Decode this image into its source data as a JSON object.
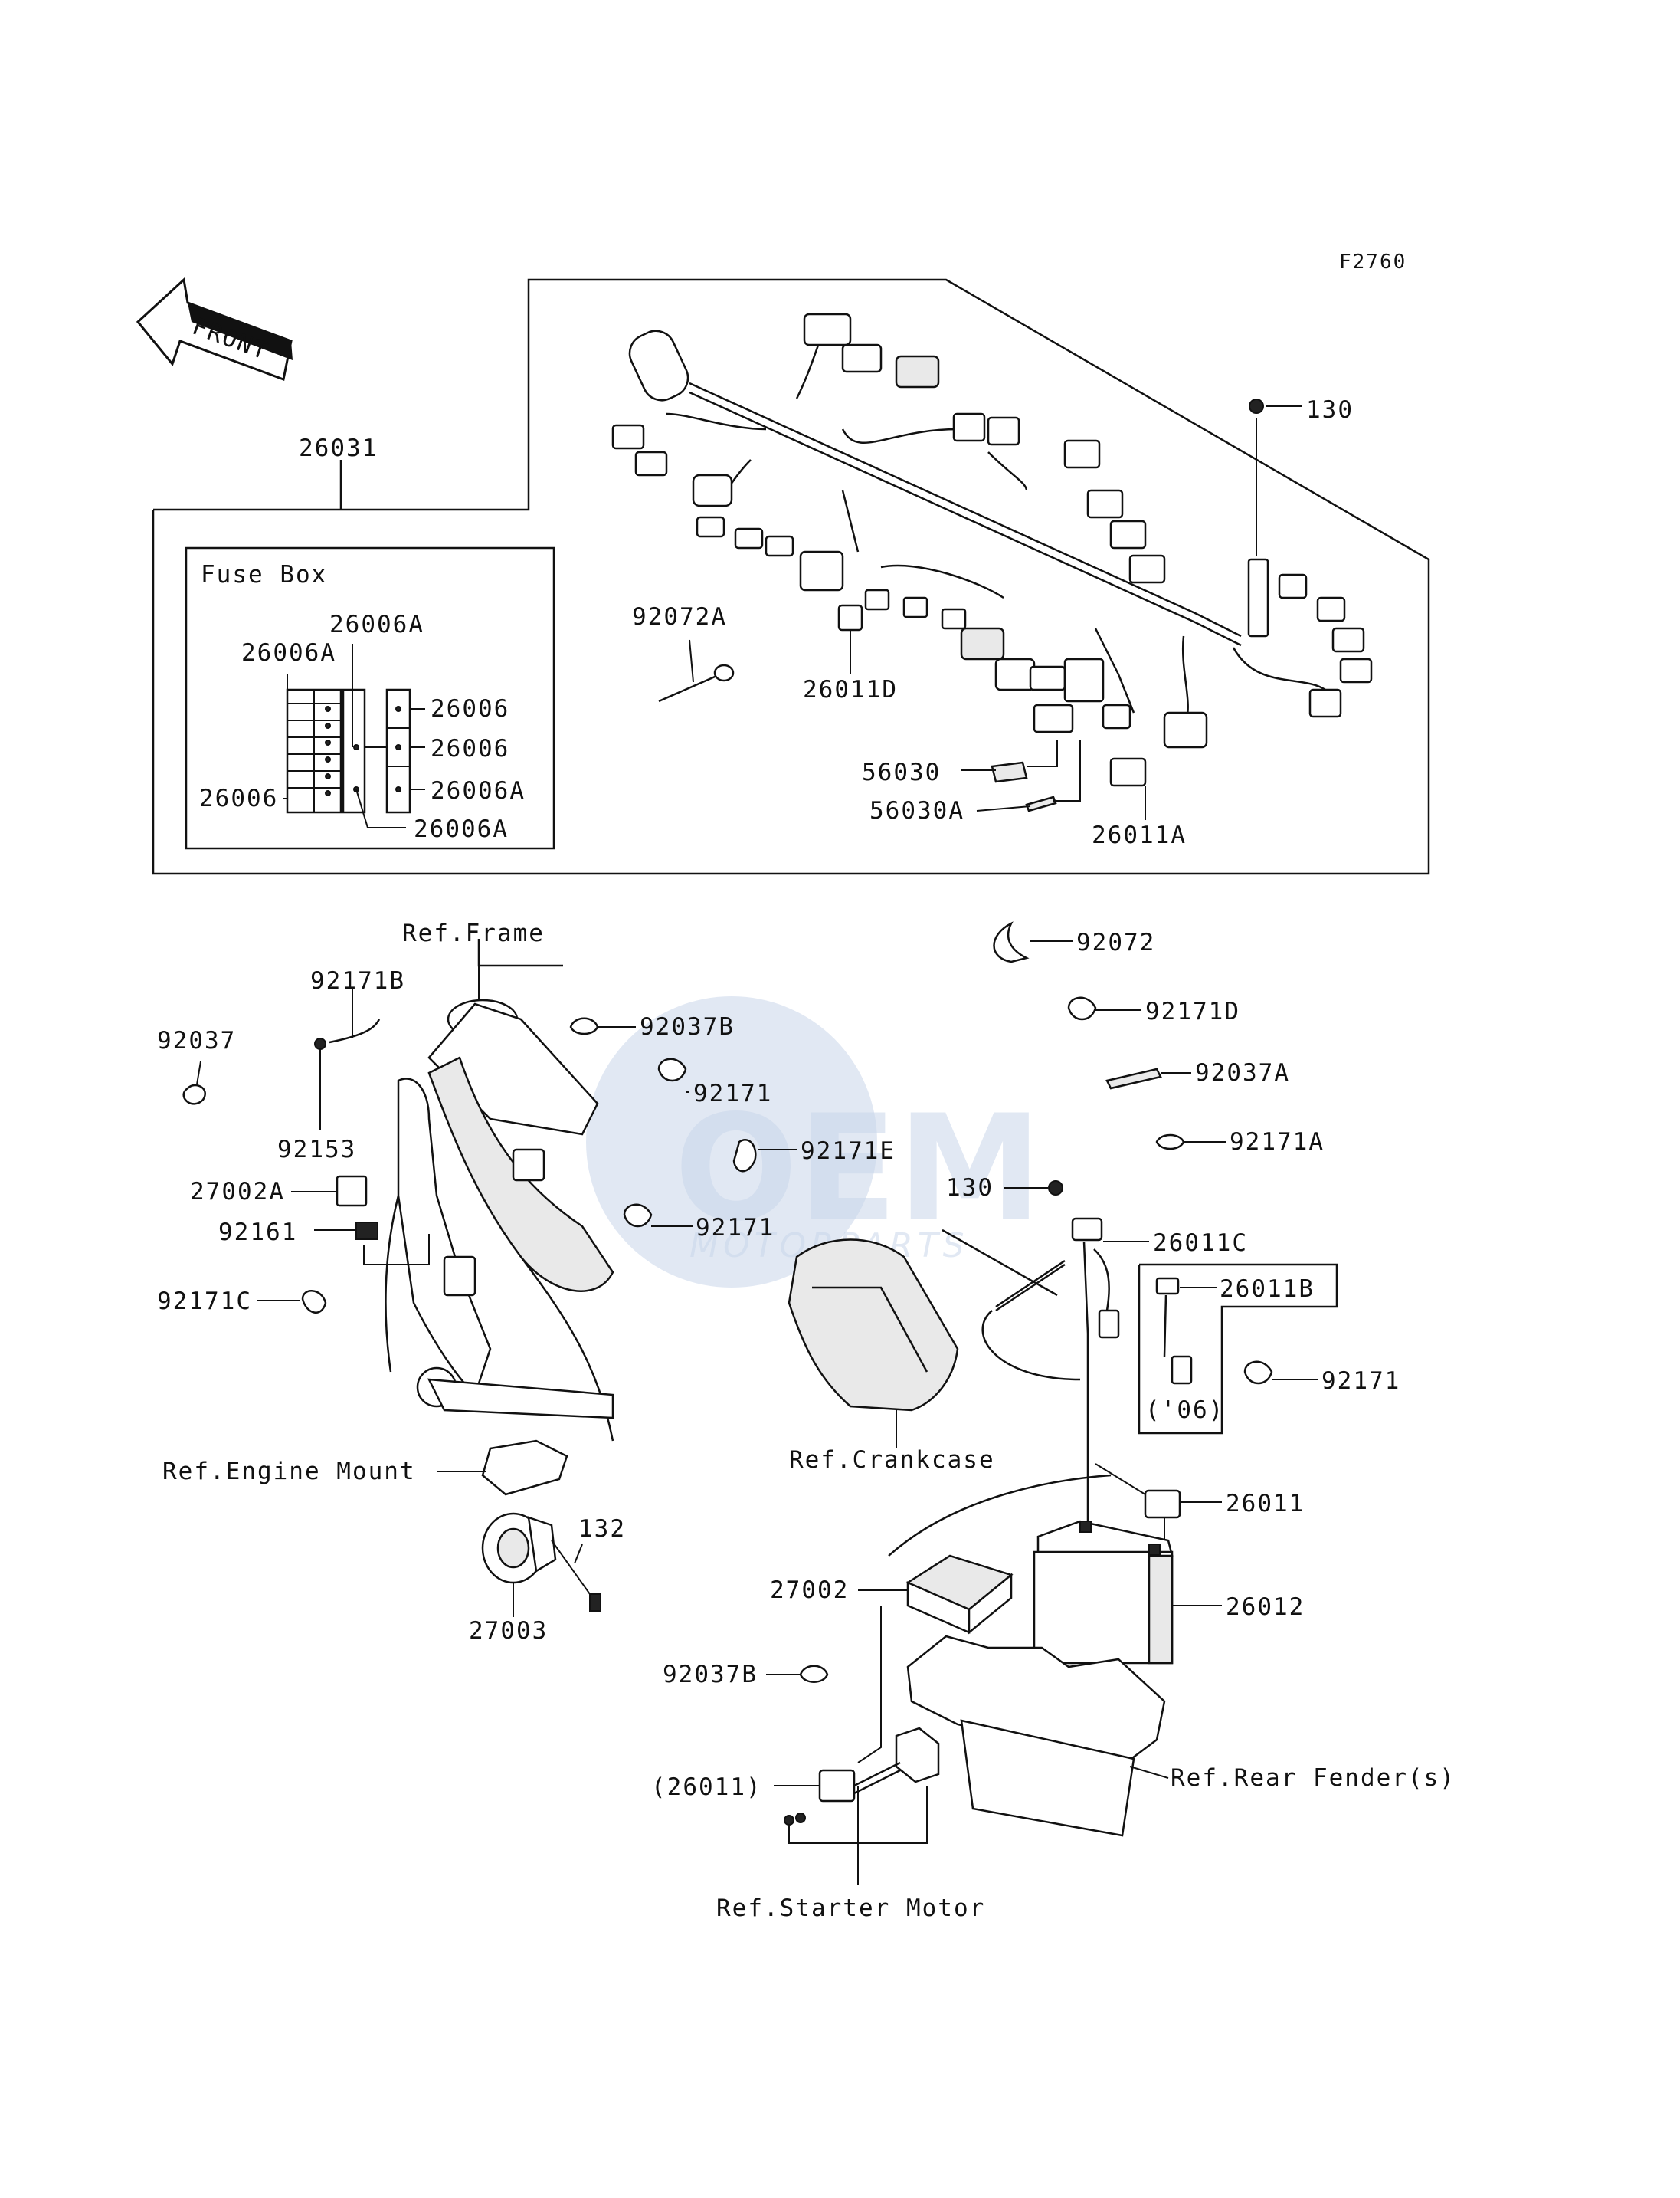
{
  "figure_code": "F2760",
  "front_label": "FRONT",
  "watermark": {
    "brand": "OEM",
    "sub": "MOTORPARTS"
  },
  "fuse_box": {
    "title": "Fuse Box",
    "callouts": [
      "26006A",
      "26006A",
      "26006",
      "26006",
      "26006A",
      "26006",
      "26006A"
    ]
  },
  "part_labels": {
    "p26031": "26031",
    "p130_top": "130",
    "p92072A": "92072A",
    "p26011D": "26011D",
    "p56030": "56030",
    "p56030A": "56030A",
    "p26011A": "26011A",
    "p92072": "92072",
    "p92171D": "92171D",
    "p92037A": "92037A",
    "p92171A": "92171A",
    "p130_mid": "130",
    "p26011C": "26011C",
    "p26011B": "26011B",
    "p06": "('06)",
    "p92171_right": "92171",
    "p26011": "26011",
    "p26012": "26012",
    "p27002": "27002",
    "p92037B_low": "92037B",
    "p26011_paren": "(26011)",
    "p92037": "92037",
    "p92171B": "92171B",
    "p92153": "92153",
    "p27002A": "27002A",
    "p92161": "92161",
    "p92171C": "92171C",
    "p92037B_top": "92037B",
    "p92171_a": "92171",
    "p92171E": "92171E",
    "p92171_b": "92171",
    "p132": "132",
    "p27003": "27003"
  },
  "references": {
    "frame": "Ref.Frame",
    "engine_mount": "Ref.Engine Mount",
    "crankcase": "Ref.Crankcase",
    "rear_fender": "Ref.Rear Fender(s)",
    "starter_motor": "Ref.Starter Motor"
  }
}
